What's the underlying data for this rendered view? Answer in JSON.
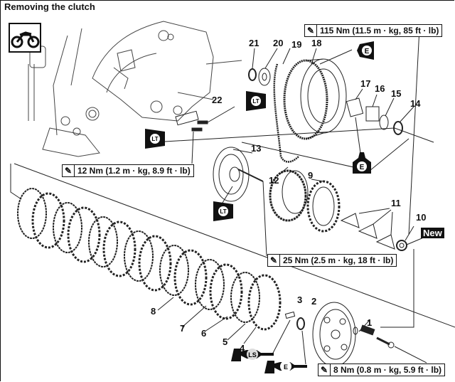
{
  "title": "Removing the clutch",
  "icon": "motorcycle-icon",
  "torque_specs": [
    {
      "id": "t115",
      "icon": "torque-wrench-icon",
      "text": "115 Nm (11.5 m · kg, 85 ft · lb)"
    },
    {
      "id": "t12",
      "icon": "torque-wrench-icon",
      "text": "12 Nm (1.2 m · kg, 8.9 ft · lb)"
    },
    {
      "id": "t25",
      "icon": "torque-wrench-icon",
      "text": "25 Nm (2.5 m · kg, 18 ft · lb)"
    },
    {
      "id": "t8",
      "icon": "torque-wrench-icon",
      "text": "8 Nm (0.8 m · kg, 5.9 ft · lb)"
    }
  ],
  "part_numbers": [
    "1",
    "2",
    "3",
    "4",
    "5",
    "6",
    "7",
    "8",
    "9",
    "10",
    "11",
    "12",
    "13",
    "14",
    "15",
    "16",
    "17",
    "18",
    "19",
    "20",
    "21",
    "22"
  ],
  "badges": {
    "new": "New"
  },
  "lubricants": [
    {
      "label": "E",
      "meaning": "engine oil"
    },
    {
      "label": "LT",
      "meaning": "threadlock"
    },
    {
      "label": "LS",
      "meaning": "lithium soap grease"
    }
  ]
}
